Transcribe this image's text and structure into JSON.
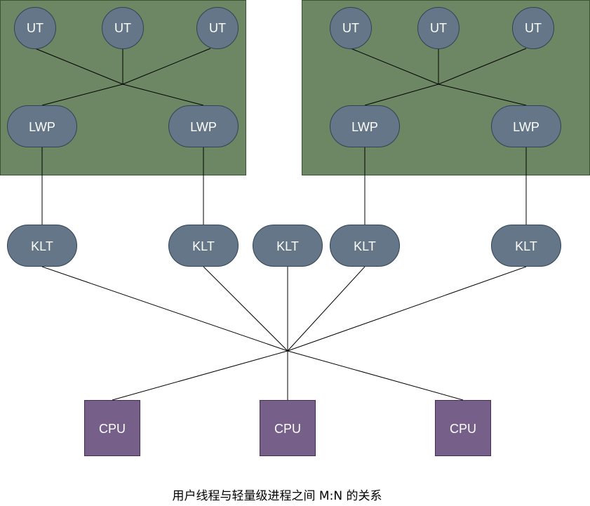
{
  "colors": {
    "process_box": "#6d8764",
    "process_box_border": "#3a5431",
    "thread_node": "#647687",
    "thread_node_border": "#314354",
    "cpu_node": "#76608a",
    "cpu_node_border": "#432d57",
    "line": "#000000"
  },
  "labels": {
    "user_thread": "UT",
    "lwp": "LWP",
    "klt": "KLT",
    "cpu": "CPU"
  },
  "caption": "用户线程与轻量级进程之间  M:N 的关系"
}
